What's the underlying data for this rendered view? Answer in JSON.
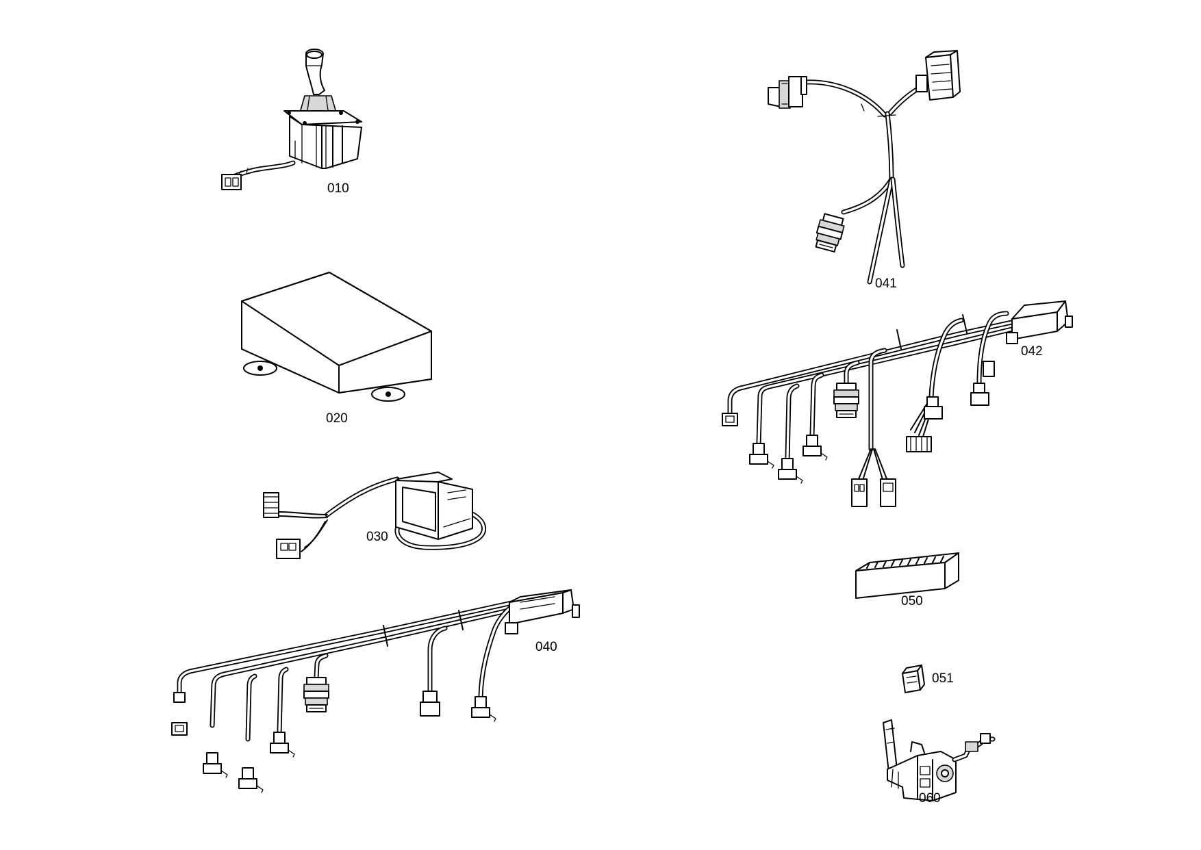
{
  "diagram": {
    "parts": [
      {
        "id": "010",
        "label": "010"
      },
      {
        "id": "020",
        "label": "020"
      },
      {
        "id": "030",
        "label": "030"
      },
      {
        "id": "040",
        "label": "040"
      },
      {
        "id": "041",
        "label": "041"
      },
      {
        "id": "042",
        "label": "042"
      },
      {
        "id": "050",
        "label": "050"
      },
      {
        "id": "051",
        "label": "051"
      },
      {
        "id": "060",
        "label": "060"
      }
    ]
  }
}
